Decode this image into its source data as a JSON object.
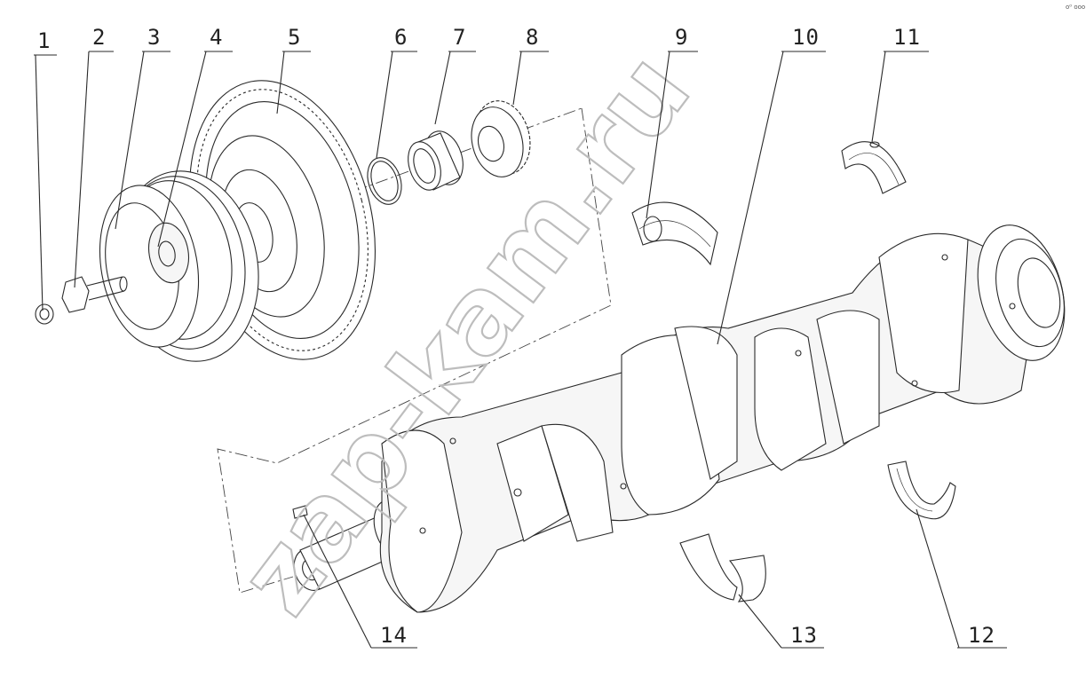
{
  "callouts": [
    {
      "id": "1",
      "label": "1"
    },
    {
      "id": "2",
      "label": "2"
    },
    {
      "id": "3",
      "label": "3"
    },
    {
      "id": "4",
      "label": "4"
    },
    {
      "id": "5",
      "label": "5"
    },
    {
      "id": "6",
      "label": "6"
    },
    {
      "id": "7",
      "label": "7"
    },
    {
      "id": "8",
      "label": "8"
    },
    {
      "id": "9",
      "label": "9"
    },
    {
      "id": "10",
      "label": "10"
    },
    {
      "id": "11",
      "label": "11"
    },
    {
      "id": "12",
      "label": "12"
    },
    {
      "id": "13",
      "label": "13"
    },
    {
      "id": "14",
      "label": "14"
    }
  ],
  "watermark": "zap-kam.ru",
  "corner_mark": "o⁰ ooo"
}
